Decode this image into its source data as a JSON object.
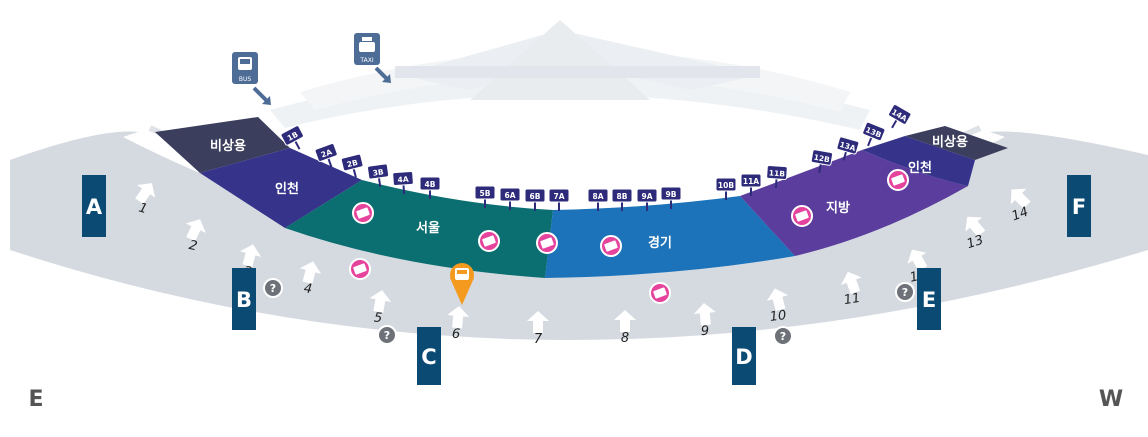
{
  "compass": {
    "left": "E",
    "right": "W"
  },
  "gates": [
    "A",
    "B",
    "C",
    "D",
    "E",
    "F"
  ],
  "doors": [
    "1",
    "2",
    "3",
    "4",
    "5",
    "6",
    "7",
    "8",
    "9",
    "10",
    "11",
    "12",
    "13",
    "14"
  ],
  "zones": {
    "emergency_left": "비상용",
    "incheon_left": "인천",
    "seoul": "서울",
    "gyeonggi": "경기",
    "jibang": "지방",
    "incheon_right": "인천",
    "emergency_right": "비상용"
  },
  "stops": [
    "1B",
    "2A",
    "2B",
    "3B",
    "4A",
    "4B",
    "5B",
    "6A",
    "6B",
    "7A",
    "8A",
    "8B",
    "9A",
    "9B",
    "10B",
    "11A",
    "11B",
    "12B",
    "13A",
    "13B",
    "14A"
  ],
  "transport_signs": {
    "bus": "BUS",
    "taxi": "TAXI"
  },
  "colors": {
    "emergency": "#3b3e5c",
    "incheon": "#35338a",
    "seoul": "#0b6e70",
    "gyeonggi": "#1c73b9",
    "jibang": "#5a3d9c",
    "gate": "#0b4a72",
    "stop_tag": "#2d2b7a",
    "ticket": "#e5439c",
    "current_location": "#f39a1f",
    "walkway": "#d5dae1"
  }
}
